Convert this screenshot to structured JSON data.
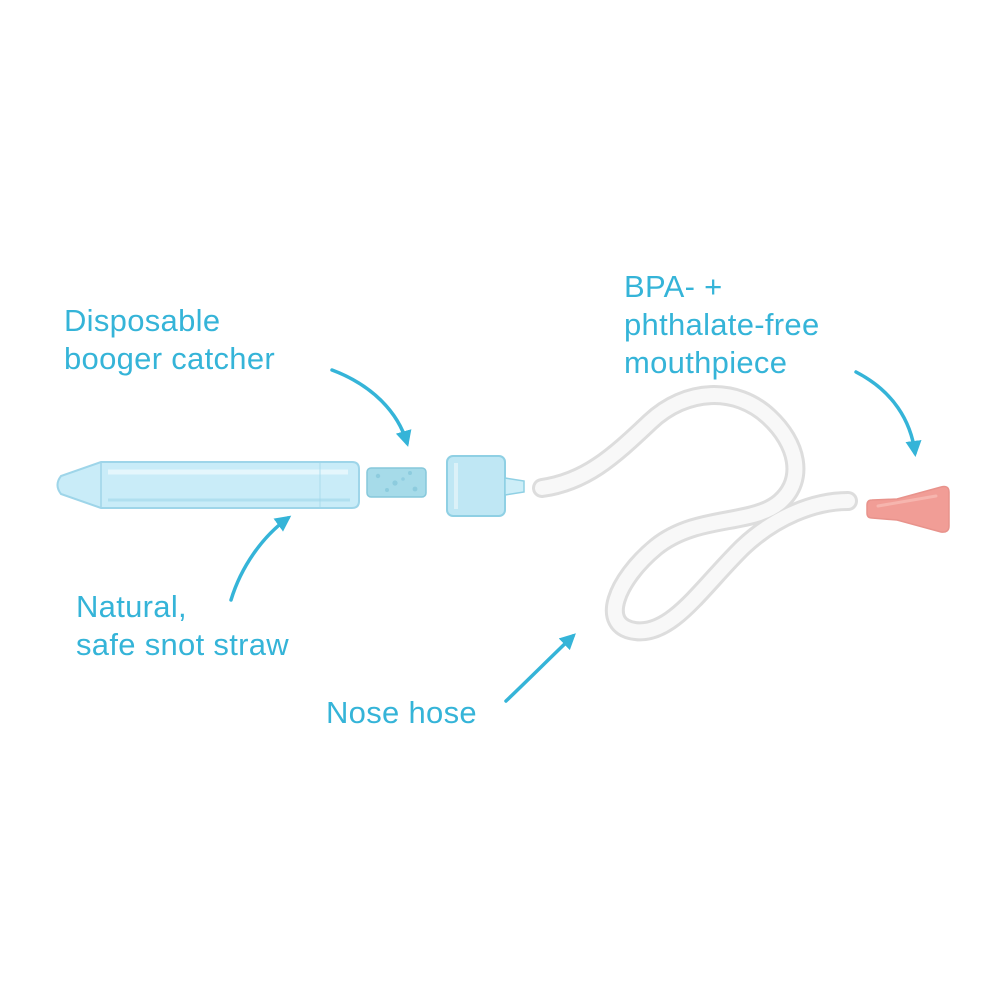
{
  "title": "Nasal aspirator annotated parts diagram",
  "colors": {
    "accent": "#35b4d8",
    "straw_fill": "#c9ecf8",
    "straw_stroke": "#9ed5e9",
    "straw_highlight": "#e8f8fd",
    "straw_shadow": "#aadcee",
    "foam_fill": "#a6dbe9",
    "foam_stroke": "#86c8db",
    "foam_dot": "#78bfd6",
    "cap_fill": "#bfe7f4",
    "cap_stroke": "#8fd0e4",
    "cap_highlight": "#e2f4fa",
    "nozzle_fill": "#cdeef8",
    "hose_outline": "#dddddd",
    "hose_fill": "#f8f8f8",
    "mouthpiece_fill": "#f19d96",
    "mouthpiece_stroke": "#e8938c",
    "mouthpiece_highlight": "#f8bcb5"
  },
  "labels": {
    "booger_catcher": "Disposable\nbooger catcher",
    "mouthpiece": "BPA- +\nphthalate-free\nmouthpiece",
    "snot_straw": "Natural,\nsafe snot straw",
    "nose_hose": "Nose hose"
  }
}
